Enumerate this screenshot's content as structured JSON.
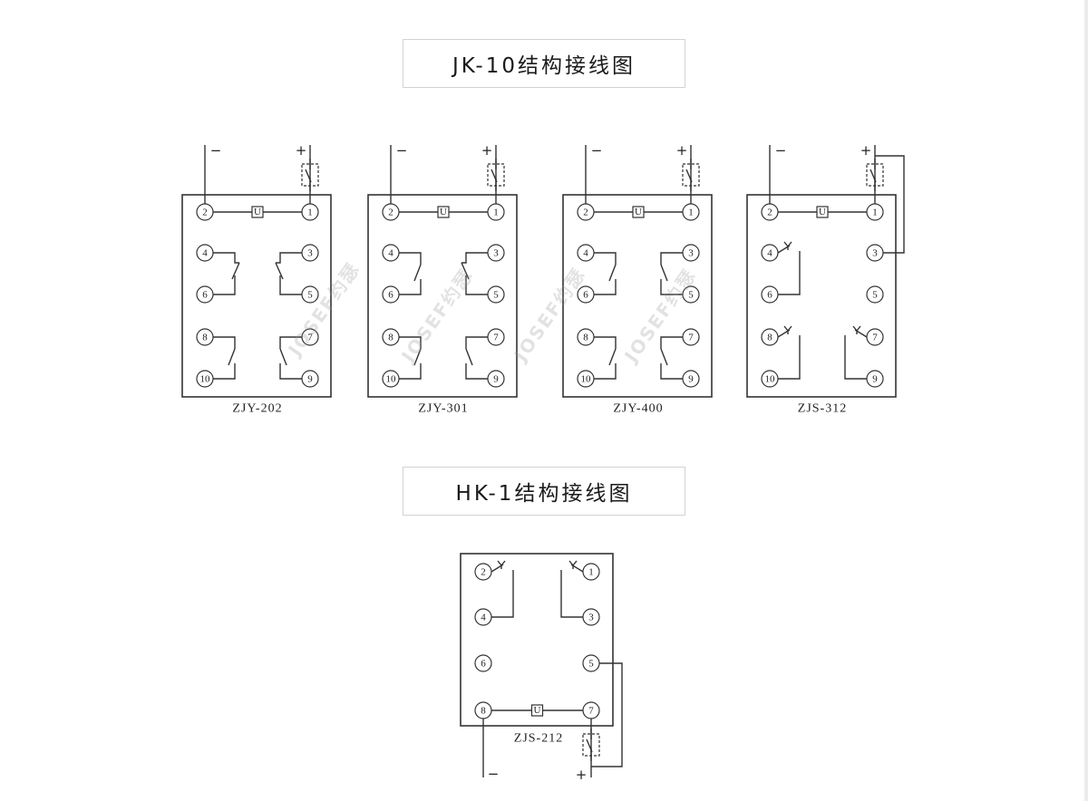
{
  "sections": {
    "jk": {
      "title": "JK-10结构接线图"
    },
    "hk": {
      "title": "HK-1结构接线图"
    }
  },
  "watermark": "JOSEF约瑟",
  "polarity": {
    "minus": "−",
    "plus": "+"
  },
  "coil_symbol": "U",
  "relays": [
    {
      "model": "ZJY-202",
      "terminals": [
        "1",
        "2",
        "3",
        "4",
        "5",
        "6",
        "7",
        "8",
        "9",
        "10"
      ],
      "contacts": [
        {
          "terminals": [
            "4",
            "6"
          ],
          "type": "normally-closed"
        },
        {
          "terminals": [
            "3",
            "5"
          ],
          "type": "normally-closed"
        },
        {
          "terminals": [
            "8",
            "10"
          ],
          "type": "normally-open"
        },
        {
          "terminals": [
            "7",
            "9"
          ],
          "type": "normally-open"
        }
      ]
    },
    {
      "model": "ZJY-301",
      "terminals": [
        "1",
        "2",
        "3",
        "4",
        "5",
        "6",
        "7",
        "8",
        "9",
        "10"
      ],
      "contacts": [
        {
          "terminals": [
            "4",
            "6"
          ],
          "type": "normally-open"
        },
        {
          "terminals": [
            "3",
            "5"
          ],
          "type": "normally-closed"
        },
        {
          "terminals": [
            "8",
            "10"
          ],
          "type": "normally-open"
        },
        {
          "terminals": [
            "7",
            "9"
          ],
          "type": "normally-open"
        }
      ]
    },
    {
      "model": "ZJY-400",
      "terminals": [
        "1",
        "2",
        "3",
        "4",
        "5",
        "6",
        "7",
        "8",
        "9",
        "10"
      ],
      "contacts": [
        {
          "terminals": [
            "4",
            "6"
          ],
          "type": "normally-open"
        },
        {
          "terminals": [
            "3",
            "5"
          ],
          "type": "normally-open"
        },
        {
          "terminals": [
            "8",
            "10"
          ],
          "type": "normally-open"
        },
        {
          "terminals": [
            "7",
            "9"
          ],
          "type": "normally-open"
        }
      ]
    },
    {
      "model": "ZJS-312",
      "terminals": [
        "1",
        "2",
        "3",
        "4",
        "5",
        "6",
        "7",
        "8",
        "9",
        "10"
      ],
      "contacts": [
        {
          "terminals": [
            "4",
            "6"
          ],
          "type": "time-delay"
        },
        {
          "terminals": [
            "8",
            "10"
          ],
          "type": "time-delay"
        },
        {
          "terminals": [
            "7",
            "9"
          ],
          "type": "time-delay"
        }
      ]
    },
    {
      "model": "ZJS-212",
      "terminals": [
        "1",
        "2",
        "3",
        "4",
        "5",
        "6",
        "7",
        "8"
      ],
      "contacts": [
        {
          "terminals": [
            "2",
            "4"
          ],
          "type": "time-delay"
        },
        {
          "terminals": [
            "1",
            "3"
          ],
          "type": "time-delay"
        }
      ]
    }
  ]
}
